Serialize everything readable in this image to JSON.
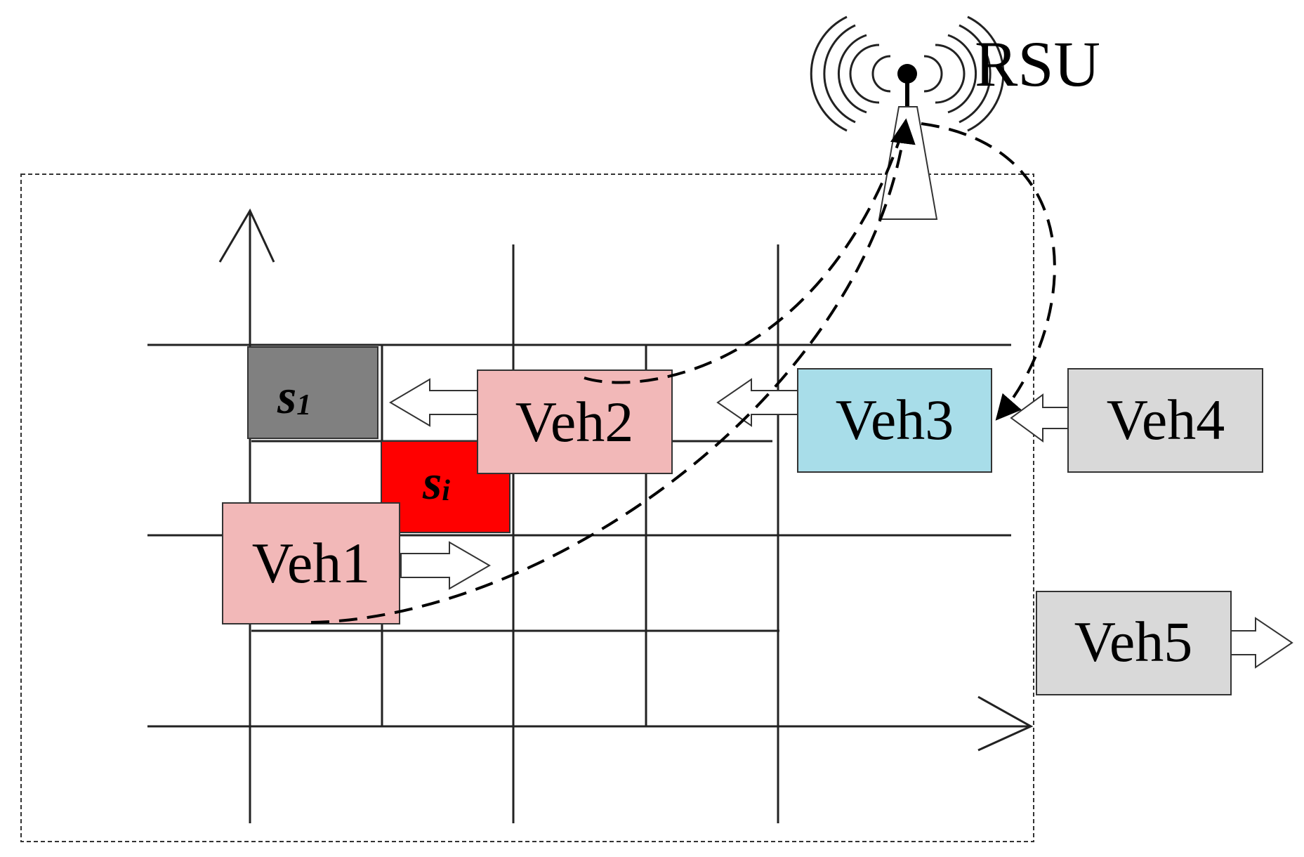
{
  "rsu": {
    "label": "RSU"
  },
  "segments": [
    {
      "id": "s1",
      "base": "s",
      "sub": "1",
      "fill": "#808080"
    },
    {
      "id": "si",
      "base": "s",
      "sub": "i",
      "fill": "#ff0000"
    }
  ],
  "vehicles": [
    {
      "id": "veh1",
      "label": "Veh1",
      "fill": "#f2b8b8"
    },
    {
      "id": "veh2",
      "label": "Veh2",
      "fill": "#f2b8b8"
    },
    {
      "id": "veh3",
      "label": "Veh3",
      "fill": "#a8dde9"
    },
    {
      "id": "veh4",
      "label": "Veh4",
      "fill": "#d9d9d9"
    },
    {
      "id": "veh5",
      "label": "Veh5",
      "fill": "#d9d9d9"
    }
  ]
}
